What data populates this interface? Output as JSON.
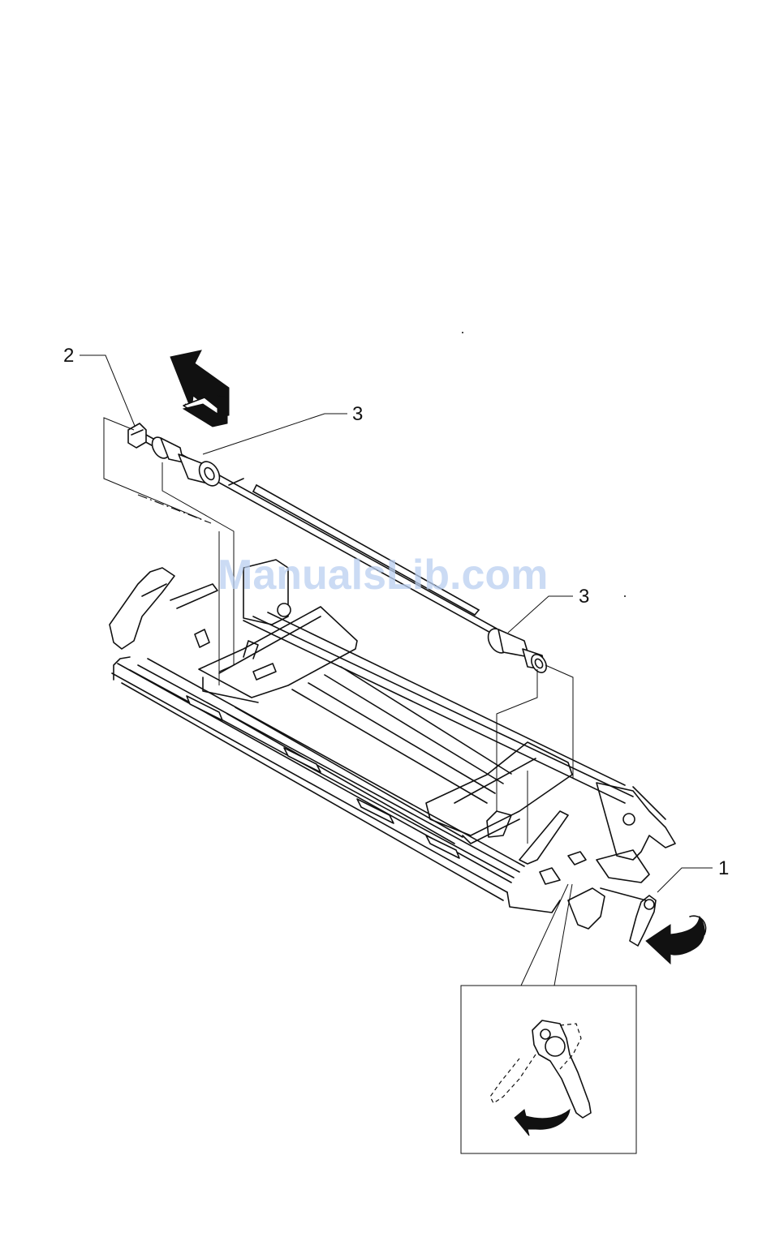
{
  "callouts": {
    "label_1": "1",
    "label_2": "2",
    "label_3_left": "3",
    "label_3_right": "3"
  },
  "watermark": "ManualsLib.com",
  "colors": {
    "line": "#111111",
    "watermark": "#b9cff0",
    "background": "#ffffff"
  }
}
